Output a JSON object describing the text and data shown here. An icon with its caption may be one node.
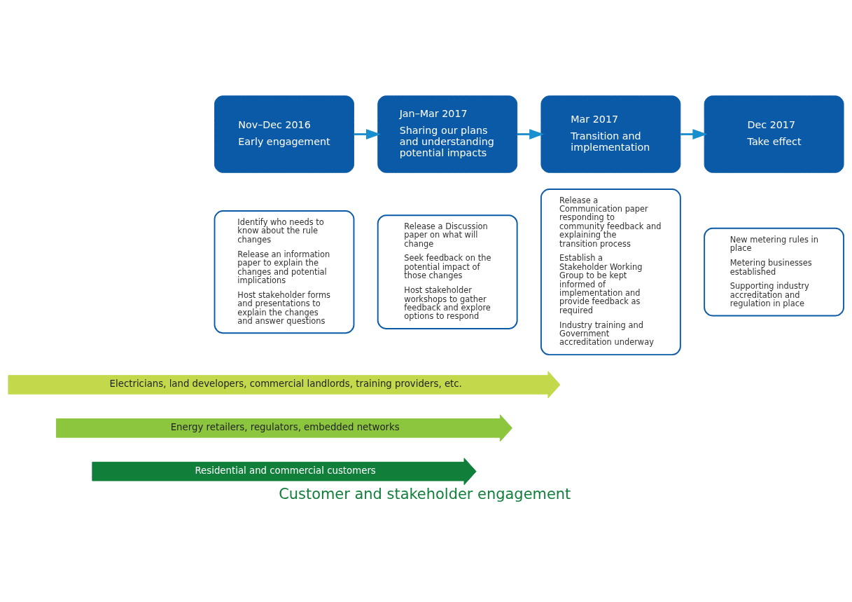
{
  "diagram": {
    "caption": "Customer and stakeholder engagement",
    "nodes": [
      {
        "text": [
          "Nov–Dec 2016",
          "Early engagement"
        ]
      },
      {
        "text": [
          "Identify who needs to know about the rule changes",
          "Release an information paper to explain the changes and potential implications",
          "Host stakeholder forms and presentations to explain the changes and answer questions"
        ]
      },
      {
        "text": [
          "Jan–Mar 2017",
          "Sharing our plans and understanding potential impacts"
        ]
      },
      {
        "text": [
          "Release a Discussion paper on what will change",
          "Seek feedback on the potential impact of those changes",
          "Host stakeholder workshops to gather feedback and explore options to respond"
        ]
      },
      {
        "text": [
          "Mar 2017",
          "Transition and implementation"
        ]
      },
      {
        "text": [
          "Release a Communication paper responding to community feedback and explaining the transition process",
          "Establish a Stakeholder Working Group to be kept informed of implementation and provide feedback as required",
          "Industry training and Government accreditation underway"
        ]
      },
      {
        "text": [
          "Dec 2017",
          "Take effect"
        ]
      },
      {
        "text": [
          "New metering rules in place",
          "Metering businesses established",
          "Supporting industry accreditation and regulation in place"
        ]
      },
      {
        "text": [
          "Electricians, land developers, commercial landlords, training providers, etc."
        ]
      },
      {
        "text": [
          "Energy retailers, regulators, embedded networks"
        ]
      },
      {
        "text": [
          "Residential and commercial customers"
        ]
      }
    ],
    "edges": [
      {
        "from": 0,
        "to": 2,
        "arrow": "to"
      },
      {
        "from": 2,
        "to": 4,
        "arrow": "to"
      },
      {
        "from": 4,
        "to": 6,
        "arrow": "to"
      }
    ]
  }
}
